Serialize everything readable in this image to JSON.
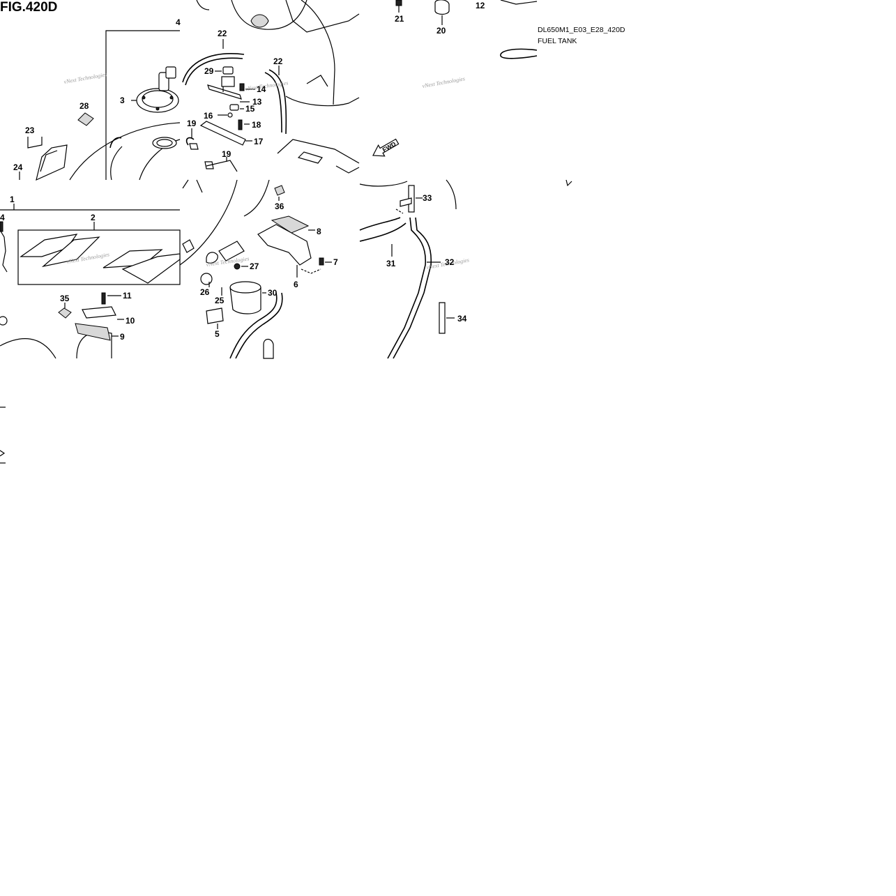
{
  "figure": {
    "title": "FIG.420D",
    "code": "DL650M1_E03_E28_420D",
    "name": "FUEL TANK"
  },
  "watermark": "vNext Technologies",
  "fwd_label": "FWD",
  "callouts": {
    "c1": "1",
    "c2": "2",
    "c3": "3",
    "c4": "4",
    "c5": "5",
    "c6": "6",
    "c7": "7",
    "c8": "8",
    "c9": "9",
    "c10": "10",
    "c11": "11",
    "c12": "12",
    "c13": "13",
    "c14": "14",
    "c15": "15",
    "c16": "16",
    "c17": "17",
    "c18": "18",
    "c19a": "19",
    "c19b": "19",
    "c20": "20",
    "c21": "21",
    "c22a": "22",
    "c22b": "22",
    "c23": "23",
    "c24": "24",
    "c25": "25",
    "c26": "26",
    "c27": "27",
    "c28": "28",
    "c29": "29",
    "c30": "30",
    "c31": "31",
    "c32": "32",
    "c33": "33",
    "c34": "34",
    "c35": "35",
    "c36": "36"
  }
}
